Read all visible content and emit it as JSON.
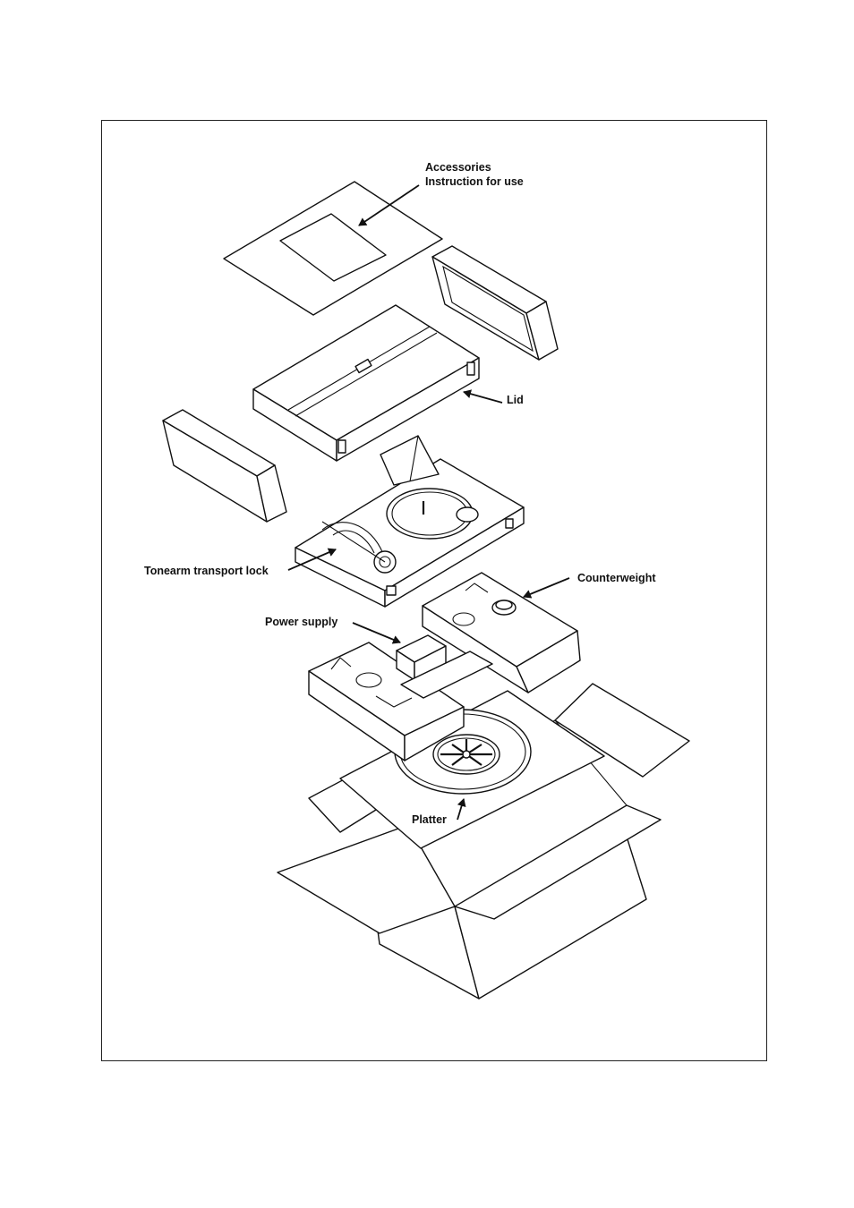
{
  "labels": {
    "accessories": "Accessories",
    "instruction": "Instruction for use",
    "lid": "Lid",
    "tonearm_lock": "Tonearm transport lock",
    "counterweight": "Counterweight",
    "power_supply": "Power supply",
    "platter": "Platter"
  }
}
